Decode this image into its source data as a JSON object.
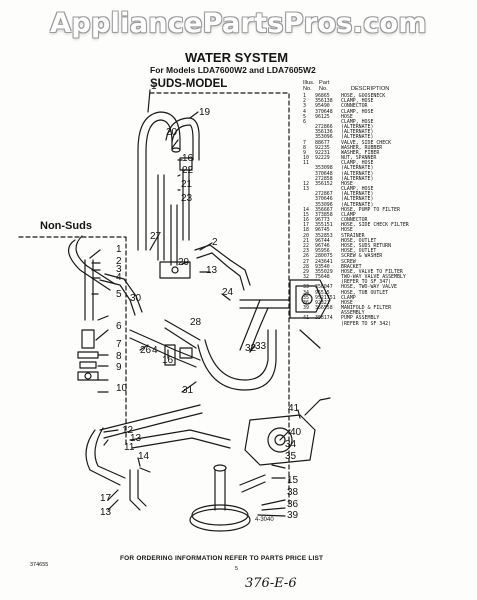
{
  "watermark": "AppliancePartsPros.com",
  "document": {
    "title": "WATER SYSTEM",
    "subtitle": "For Models LDA7600W2 and LDA7605W2",
    "suds_label": "SUDS-MODEL",
    "nonsuds_label": "Non-Suds",
    "drawing_number": "4-3040",
    "order_note": "FOR ORDERING INFORMATION REFER TO PARTS PRICE LIST",
    "page_number": "5",
    "corner_code": "374655",
    "handwritten_code": "376-E-6"
  },
  "parts_table": {
    "header_top": {
      "illus": "Illus.",
      "part": "Part"
    },
    "header_bottom": {
      "no": "No.",
      "part_no": "No.",
      "description": "DESCRIPTION"
    },
    "rows": [
      {
        "no": "1",
        "part": "96865",
        "desc": "HOSE, GOOSENECK"
      },
      {
        "no": "2",
        "part": "356138",
        "desc": "CLAMP, HOSE"
      },
      {
        "no": "3",
        "part": "95490",
        "desc": "CONNECTOR"
      },
      {
        "no": "4",
        "part": "370648",
        "desc": "CLAMP, HOSE"
      },
      {
        "no": "5",
        "part": "96125",
        "desc": "HOSE"
      },
      {
        "no": "6",
        "part": "",
        "desc": "CLAMP, HOSE"
      },
      {
        "no": "",
        "part": "272866",
        "desc": "(ALTERNATE)"
      },
      {
        "no": "",
        "part": "356136",
        "desc": "(ALTERNATE)"
      },
      {
        "no": "",
        "part": "353096",
        "desc": "(ALTERNATE)"
      },
      {
        "no": "7",
        "part": "88677",
        "desc": "VALVE, SIDE CHECK"
      },
      {
        "no": "8",
        "part": "92235",
        "desc": "WASHER, RUBBER"
      },
      {
        "no": "9",
        "part": "92231",
        "desc": "WASHER, FIBER"
      },
      {
        "no": "10",
        "part": "92229",
        "desc": "NUT, SPANNER"
      },
      {
        "no": "11",
        "part": "",
        "desc": "CLAMP, HOSE"
      },
      {
        "no": "",
        "part": "353098",
        "desc": "(ALTERNATE)"
      },
      {
        "no": "",
        "part": "370648",
        "desc": "(ALTERNATE)"
      },
      {
        "no": "",
        "part": "272858",
        "desc": "(ALTERNATE)"
      },
      {
        "no": "12",
        "part": "356152",
        "desc": "HOSE"
      },
      {
        "no": "13",
        "part": "",
        "desc": "CLAMP, HOSE"
      },
      {
        "no": "",
        "part": "272867",
        "desc": "(ALTERNATE)"
      },
      {
        "no": "",
        "part": "370646",
        "desc": "(ALTERNATE)"
      },
      {
        "no": "",
        "part": "353096",
        "desc": "(ALTERNATE)"
      },
      {
        "no": "14",
        "part": "356667",
        "desc": "HOSE, PUMP TO FILTER"
      },
      {
        "no": "15",
        "part": "373858",
        "desc": "CLAMP"
      },
      {
        "no": "16",
        "part": "96773",
        "desc": "CONNECTOR"
      },
      {
        "no": "17",
        "part": "355151",
        "desc": "HOSE, SIDE CHECK FILTER"
      },
      {
        "no": "18",
        "part": "96745",
        "desc": "HOSE"
      },
      {
        "no": "20",
        "part": "352853",
        "desc": "STRAINER"
      },
      {
        "no": "21",
        "part": "96744",
        "desc": "HOSE, OUTLET"
      },
      {
        "no": "22",
        "part": "96746",
        "desc": "HOSE, SUDS RETURN"
      },
      {
        "no": "23",
        "part": "95956",
        "desc": "HOSE, OUTLET"
      },
      {
        "no": "26",
        "part": "280075",
        "desc": "SCREW & WASHER"
      },
      {
        "no": "27",
        "part": "243641",
        "desc": "SCREW"
      },
      {
        "no": "28",
        "part": "93540",
        "desc": "BRACKET"
      },
      {
        "no": "29",
        "part": "355029",
        "desc": "HOSE, VALVE TO FILTER"
      },
      {
        "no": "32",
        "part": "75648",
        "desc": "TWO-WAY VALVE ASSEMBLY"
      },
      {
        "no": "",
        "part": "",
        "desc": "(REFER TO SF 347)"
      },
      {
        "no": "33",
        "part": "356047",
        "desc": "HOSE, TWO-WAY VALVE"
      },
      {
        "no": "34",
        "part": "95515",
        "desc": "HOSE, TUB OUTLET"
      },
      {
        "no": "35",
        "part": "9521751",
        "desc": "CLAMP"
      },
      {
        "no": "36",
        "part": "92321",
        "desc": "HOSE"
      },
      {
        "no": "39",
        "part": "356558",
        "desc": "MANIFOLD & FILTER"
      },
      {
        "no": "",
        "part": "",
        "desc": "ASSEMBLY"
      },
      {
        "no": "41",
        "part": "358174",
        "desc": "PUMP ASSEMBLY"
      },
      {
        "no": "",
        "part": "",
        "desc": "(REFER TO SF 342)"
      }
    ]
  },
  "callouts": [
    "1",
    "19",
    "20",
    "16",
    "22",
    "21",
    "23",
    "27",
    "2",
    "29",
    "13",
    "1",
    "2",
    "3",
    "4",
    "5",
    "30",
    "24",
    "28",
    "32",
    "33",
    "6",
    "7",
    "8",
    "9",
    "10",
    "26",
    "4",
    "16",
    "31",
    "12",
    "13",
    "11",
    "14",
    "41",
    "40",
    "34",
    "35",
    "15",
    "38",
    "36",
    "39",
    "17",
    "13"
  ]
}
